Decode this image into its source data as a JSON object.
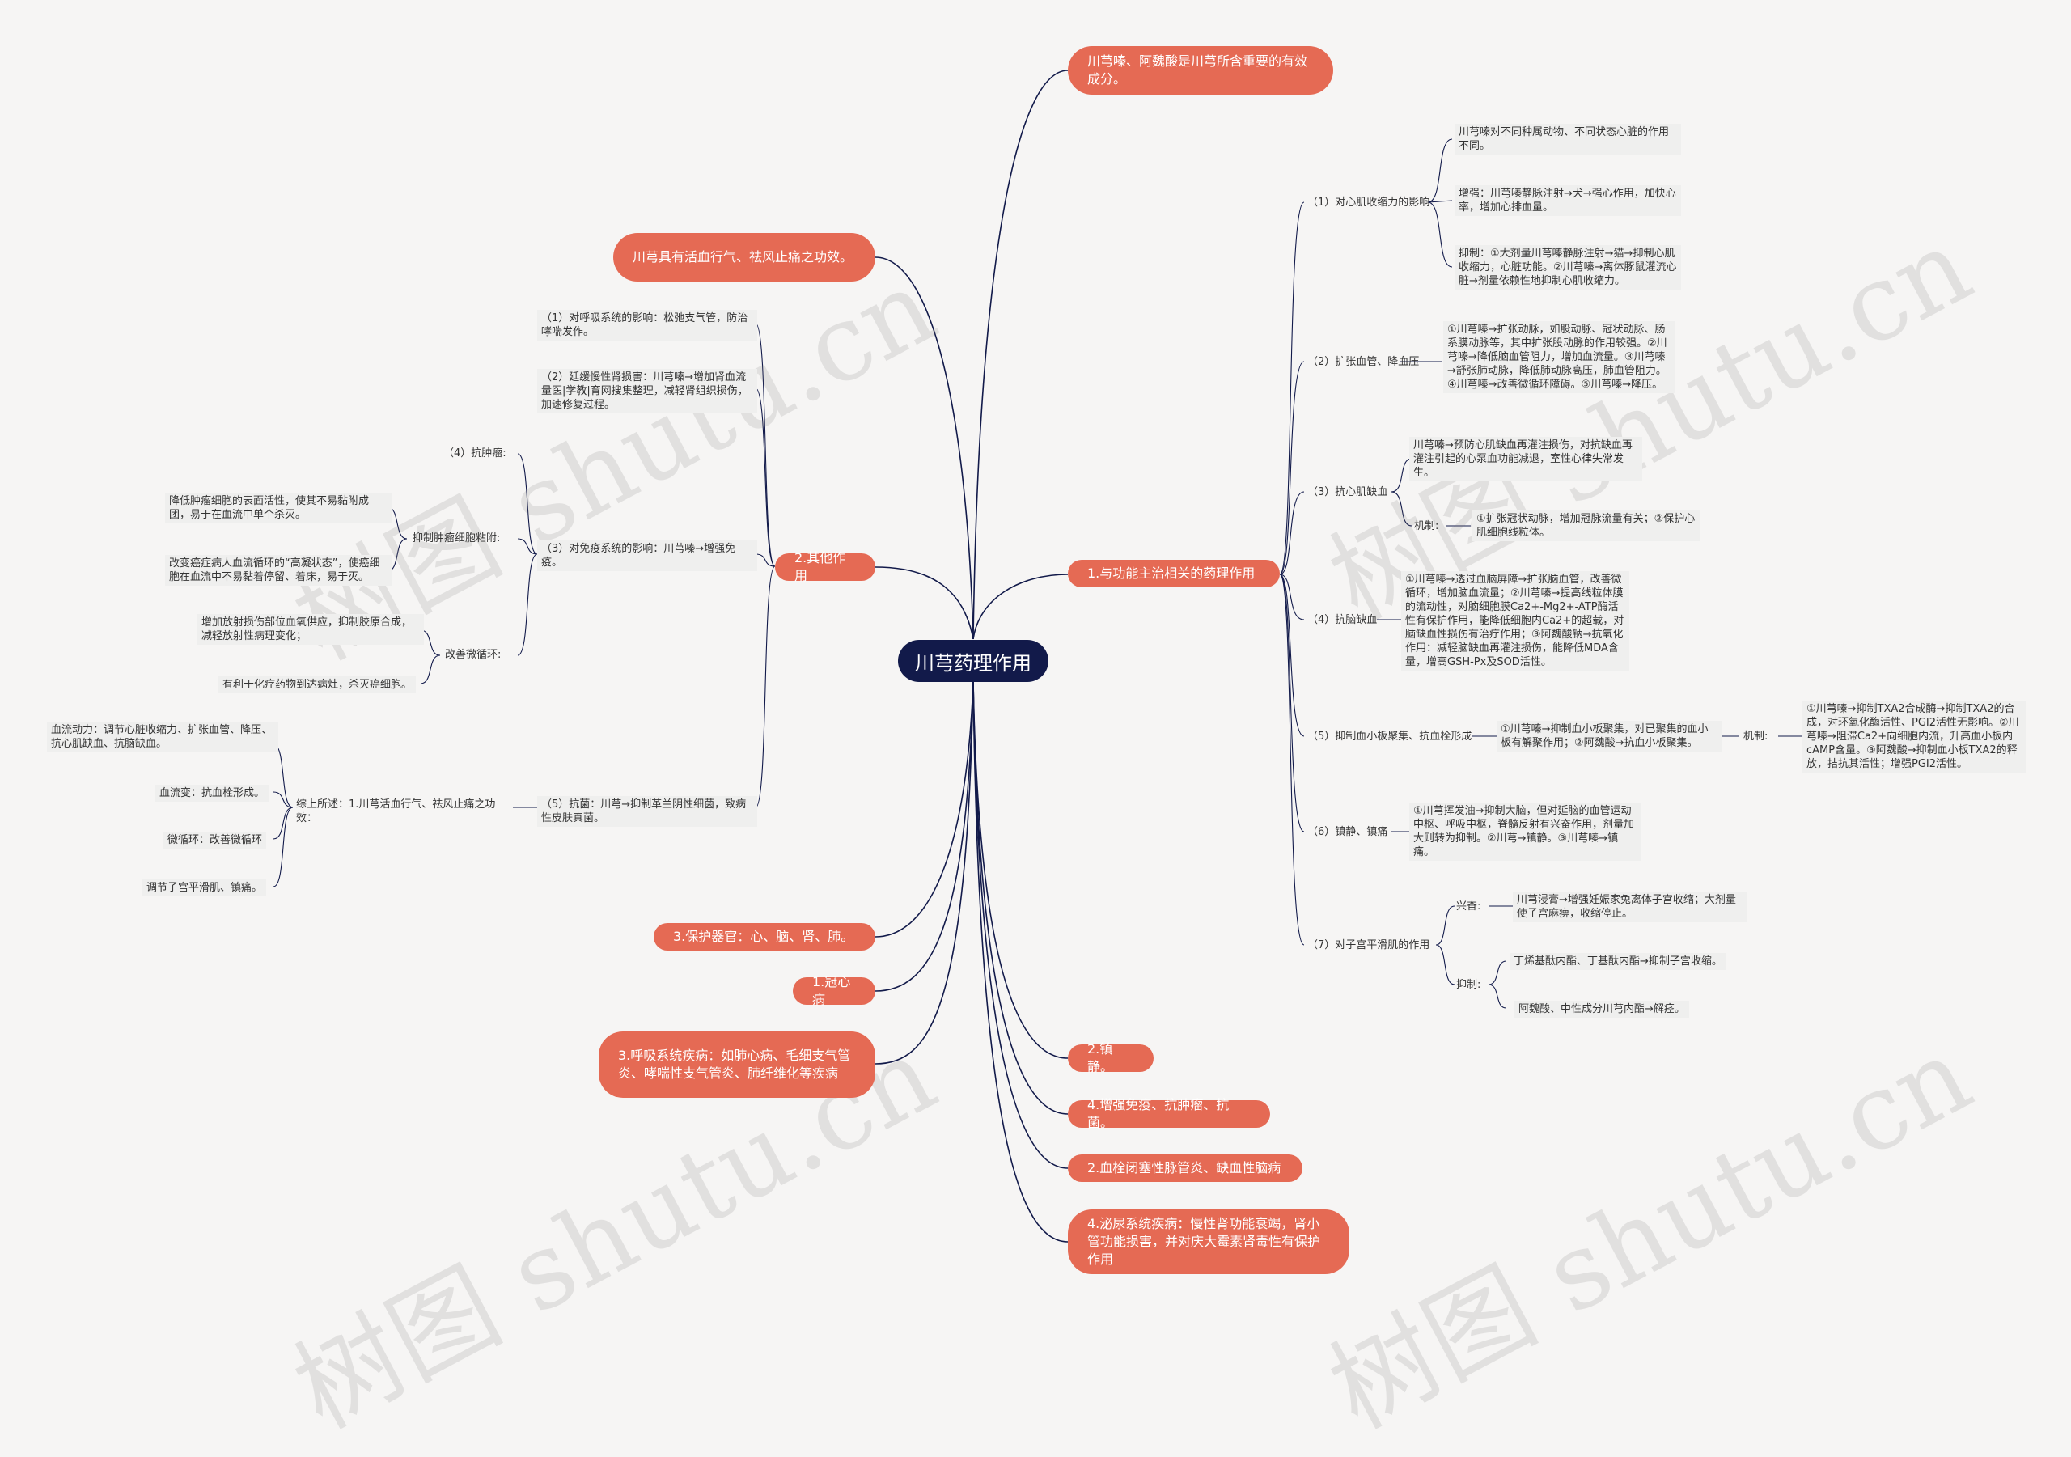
{
  "center": "川芎药理作用",
  "right_top": [
    "川芎嗪、阿魏酸是川芎所含重要的有效成分。"
  ],
  "left_branches": {
    "active": "川芎具有活血行气、祛风止痛之功效。",
    "other": "2.其他作用",
    "protect": "3.保护器官：心、脑、肾、肺。",
    "chd": "1.冠心病",
    "resp": "3.呼吸系统疾病：如肺心病、毛细支气管炎、哮喘性支气管炎、肺纤维化等疾病"
  },
  "right_branches": {
    "main": "1.与功能主治相关的药理作用",
    "sedate": "2.镇静。",
    "immune": "4.增强免疫、抗肿瘤、抗菌。",
    "thromb": "2.血栓闭塞性脉管炎、缺血性脑病",
    "urinary": "4.泌尿系统疾病：慢性肾功能衰竭，肾小管功能损害，并对庆大霉素肾毒性有保护作用"
  },
  "other_items": {
    "resp_effect": "（1）对呼吸系统的影响：松弛支气管，防治哮喘发作。",
    "renal": "（2）延缓慢性肾损害：川芎嗪→增加肾血流量医|学教|育网搜集整理，减轻肾组织损伤，加速修复过程。",
    "tumor": "（4）抗肿瘤:",
    "inhibit_adh": "抑制肿瘤细胞粘附:",
    "adh_1": "降低肿瘤细胞的表面活性，使其不易黏附成团，易于在血流中单个杀灭。",
    "adh_2": "改变癌症病人血流循环的“高凝状态”，使癌细胞在血流中不易黏着停留、着床，易于灭。",
    "immune_effect": "（3）对免疫系统的影响：川芎嗪→增强免疫。",
    "microcirc": "改善微循环:",
    "mc_1": "增加放射损伤部位血氧供应，抑制胶原合成，减轻放射性病理变化；",
    "mc_2": "有利于化疗药物到达病灶，杀灭癌细胞。",
    "antibac": "（5）抗菌：川芎→抑制革兰阴性细菌，致病性皮肤真菌。",
    "summary": "综上所述：1.川芎活血行气、祛风止痛之功效：",
    "sum_1": "血流动力：调节心脏收缩力、扩张血管、降压、抗心肌缺血、抗脑缺血。",
    "sum_2": "血流变：抗血栓形成。",
    "sum_3": "微循环：改善微循环",
    "sum_4": "调节子宫平滑肌、镇痛。"
  },
  "main_items": {
    "m1": "（1）对心肌收缩力的影响",
    "m1_a": "川芎嗪对不同种属动物、不同状态心脏的作用不同。",
    "m1_b": "增强：川芎嗪静脉注射→犬→强心作用，加快心率，增加心排血量。",
    "m1_c": "抑制：①大剂量川芎嗪静脉注射→猫→抑制心肌收缩力，心脏功能。②川芎嗪→离体豚鼠灌流心脏→剂量依赖性地抑制心肌收缩力。",
    "m2": "（2）扩张血管、降血压",
    "m2_a": "①川芎嗪→扩张动脉，如股动脉、冠状动脉、肠系膜动脉等，其中扩张股动脉的作用较强。②川芎嗪→降低脑血管阻力，增加血流量。③川芎嗪→舒张肺动脉，降低肺动脉高压，肺血管阻力。④川芎嗪→改善微循环障碍。⑤川芎嗪→降压。",
    "m3": "（3）抗心肌缺血",
    "m3_a": "川芎嗪→预防心肌缺血再灌注损伤，对抗缺血再灌注引起的心泵血功能减退，室性心律失常发生。",
    "m3_mech": "机制:",
    "m3_b": "①扩张冠状动脉，增加冠脉流量有关；②保护心肌细胞线粒体。",
    "m4": "（4）抗脑缺血",
    "m4_a": "①川芎嗪→透过血脑屏障→扩张脑血管，改善微循环，增加脑血流量；②川芎嗪→提高线粒体膜的流动性，对脑细胞膜Ca2+-Mg2+-ATP酶活性有保护作用，能降低细胞内Ca2+的超载，对脑缺血性损伤有治疗作用；③阿魏酸钠→抗氧化作用：减轻脑缺血再灌注损伤，能降低MDA含量，增高GSH-Px及SOD活性。",
    "m5": "（5）抑制血小板聚集、抗血栓形成",
    "m5_a": "①川芎嗪→抑制血小板聚集，对已聚集的血小板有解聚作用；②阿魏酸→抗血小板聚集。",
    "m5_mech": "机制:",
    "m5_b": "①川芎嗪→抑制TXA2合成酶→抑制TXA2的合成，对环氧化酶活性、PGI2活性无影响。②川芎嗪→阻滞Ca2+向细胞内流，升高血小板内cAMP含量。③阿魏酸→抑制血小板TXA2的释放，拮抗其活性；增强PGI2活性。",
    "m6": "（6）镇静、镇痛",
    "m6_a": "①川芎挥发油→抑制大脑，但对延脑的血管运动中枢、呼吸中枢，脊髓反射有兴奋作用，剂量加大则转为抑制。②川芎→镇静。③川芎嗪→镇痛。",
    "m7": "（7）对子宫平滑肌的作用",
    "m7_ex": "兴奋:",
    "m7_ex_a": "川芎浸膏→增强妊娠家兔离体子宫收缩；大剂量使子宫麻痹，收缩停止。",
    "m7_in": "抑制:",
    "m7_in_a": "丁烯基酞内酯、丁基酞内酯→抑制子宫收缩。",
    "m7_in_b": "阿魏酸、中性成分川芎内酯→解痉。"
  },
  "watermark": "树图 shutu.cn",
  "colors": {
    "center_bg": "#121a4a",
    "branch_bg": "#e56a54",
    "line": "#121a4a",
    "bg": "#f6f5f4"
  }
}
